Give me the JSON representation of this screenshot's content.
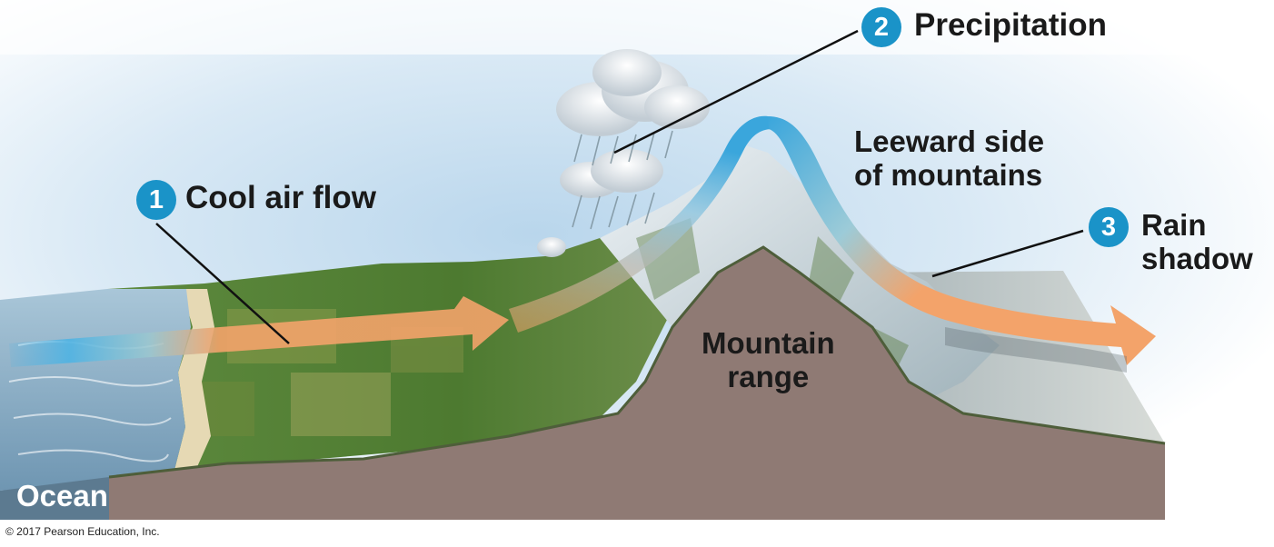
{
  "labels": {
    "step1": {
      "number": "1",
      "text": "Cool air flow"
    },
    "step2": {
      "number": "2",
      "text": "Precipitation"
    },
    "step3": {
      "number": "3",
      "line1": "Rain",
      "line2": "shadow"
    },
    "leeward": {
      "line1": "Leeward side",
      "line2": "of mountains"
    },
    "mountain": {
      "line1": "Mountain",
      "line2": "range"
    },
    "ocean": "Ocean"
  },
  "copyright": "© 2017 Pearson Education, Inc.",
  "colors": {
    "badge": "#1a93c8",
    "cool_air": "#4fb3e3",
    "warm_air": "#f3a36a",
    "mountain_section": "#8f7a74",
    "ground": "#5a7f3a",
    "ocean": "#5f8fb0",
    "snow": "#dfe8ee",
    "sky": "#d6e8f4"
  }
}
